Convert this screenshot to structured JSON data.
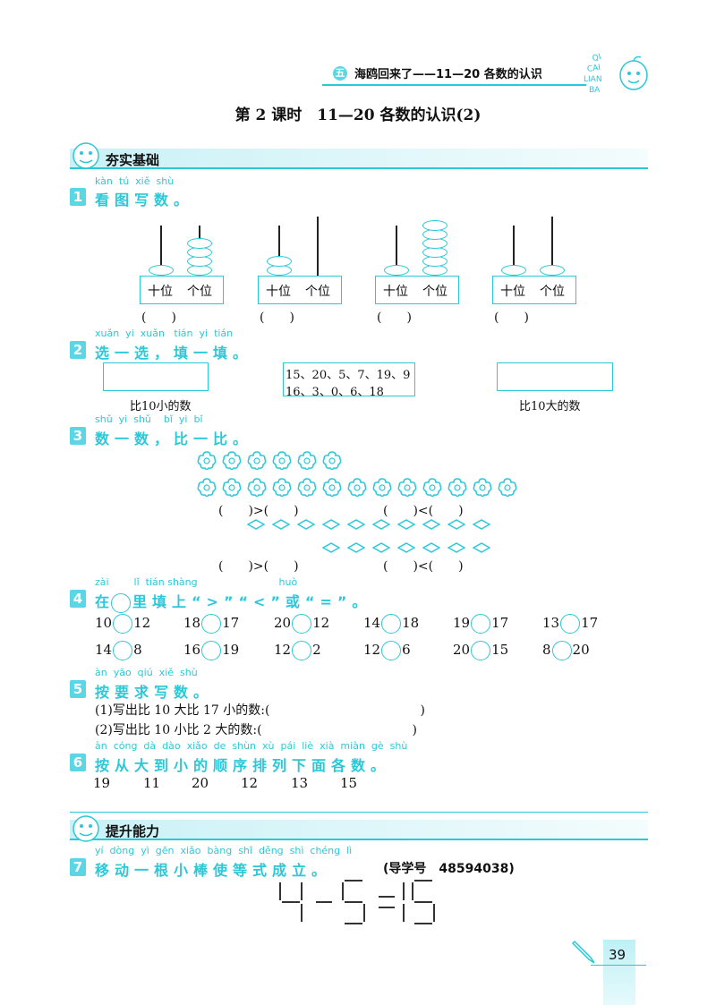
{
  "header": {
    "unit_badge": "五",
    "unit_title": "海鸥回来了——11—20 各数的认识",
    "logo_lines": [
      "QI",
      "CAI",
      "LIAN",
      "BA"
    ]
  },
  "lesson_title": "第 2 课时　11—20 各数的认识(2)",
  "section1": {
    "title": "夯实基础"
  },
  "section2": {
    "title": "提升能力"
  },
  "q1": {
    "num": "1",
    "pinyin": "kàn  tú  xiě  shù",
    "text": "看图写数。",
    "place_tens": "十位",
    "place_ones": "个位",
    "blank": "(　　)",
    "abaci": [
      {
        "tens": 1,
        "ones": 4
      },
      {
        "tens": 2,
        "ones": 0
      },
      {
        "tens": 1,
        "ones": 6
      },
      {
        "tens": 1,
        "ones": 1
      }
    ]
  },
  "q2": {
    "num": "2",
    "pinyin": "xuǎn  yi  xuǎn   tián  yi  tián",
    "text": "选一选，填一填。",
    "numbers_line1": "15、20、5、7、19、9",
    "numbers_line2": "16、3、0、6、18",
    "label_less": "比10小的数",
    "label_greater": "比10大的数"
  },
  "q3": {
    "num": "3",
    "pinyin": "shǔ  yi  shǔ    bǐ  yi  bǐ",
    "text": "数一数，比一比。",
    "flower_rows": [
      6,
      13
    ],
    "diamond_rows": [
      10,
      7
    ],
    "cmp_gt": "(　　)>(　　)",
    "cmp_lt": "(　　)<(　　)"
  },
  "q4": {
    "num": "4",
    "pinyin": "zài        lǐ  tián shàng                          huò",
    "text_pre": "在",
    "text_post": "里填上“>”“<”或“=”。",
    "rows": [
      [
        [
          "10",
          "12"
        ],
        [
          "18",
          "17"
        ],
        [
          "20",
          "12"
        ],
        [
          "14",
          "18"
        ],
        [
          "19",
          "17"
        ],
        [
          "13",
          "17"
        ]
      ],
      [
        [
          "14",
          "8"
        ],
        [
          "16",
          "19"
        ],
        [
          "12",
          "2"
        ],
        [
          "12",
          "6"
        ],
        [
          "20",
          "15"
        ],
        [
          "8",
          "20"
        ]
      ]
    ]
  },
  "q5": {
    "num": "5",
    "pinyin": "àn  yāo  qiú  xiě  shù",
    "text": "按要求写数。",
    "line1": "(1)写出比 10 大比 17 小的数:(　　　　　　　　　　　　)",
    "line2": "(2)写出比 10 小比 2 大的数:(　　　　　　　　　　　　)"
  },
  "q6": {
    "num": "6",
    "pinyin": "àn  cóng  dà  dào  xiǎo  de  shùn  xù  pái  liè  xià  miàn  gè  shù",
    "text": "按从大到小的顺序排列下面各数。",
    "numbers": [
      "19",
      "11",
      "20",
      "12",
      "13",
      "15"
    ]
  },
  "q7": {
    "num": "7",
    "pinyin": "yí  dòng  yì  gēn  xiǎo  bàng  shǐ  děng  shì  chéng  lì",
    "text": "移动一根小棒使等式成立。",
    "note": "(导学号　48594038)"
  },
  "page_number": "39",
  "colors": {
    "accent": "#2bc8d8",
    "badge": "#5ad6e4",
    "header_bg": "#e8f9fb"
  }
}
